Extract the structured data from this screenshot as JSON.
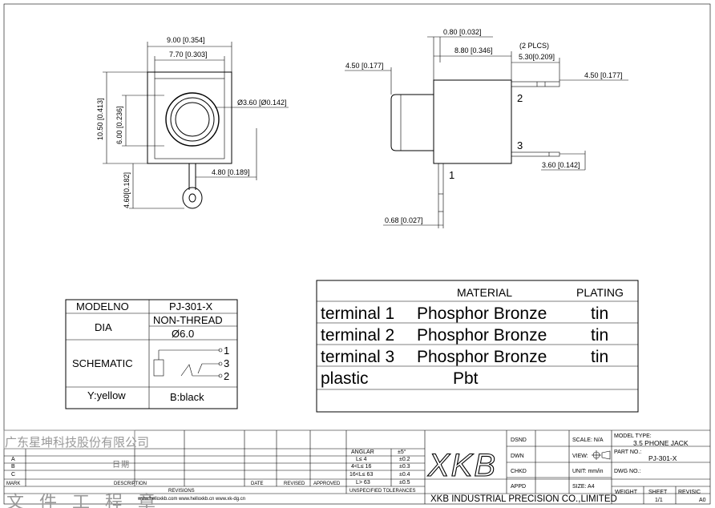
{
  "front_view": {
    "dim_width_outer": "9.00 [0.354]",
    "dim_width_inner": "7.70 [0.303]",
    "dim_height_outer": "10.50 [0.413]",
    "dim_height_inner": "6.00 [0.236]",
    "dim_diameter": "Ø3.60 [Ø0.142]",
    "dim_tab_offset": "4.80 [0.189]",
    "dim_tab_length": "4.60[0.182]"
  },
  "side_view": {
    "dim_pin_gap": "0.80 [0.032]",
    "dim_body_length": "8.80 [0.346]",
    "dim_plcs": "(2 PLCS)",
    "dim_pin_length": "5.30[0.209]",
    "dim_nose": "4.50 [0.177]",
    "dim_pin_height": "4.50 [0.177]",
    "dim_pin3": "3.60 [0.142]",
    "dim_pin1_width": "0.68 [0.027]",
    "pin_2": "2",
    "pin_3": "3",
    "pin_1": "1"
  },
  "material_table": {
    "header_material": "MATERIAL",
    "header_plating": "PLATING",
    "rows": [
      {
        "part": "terminal 1",
        "material": "Phosphor Bronze",
        "plating": "tin"
      },
      {
        "part": "terminal 2",
        "material": "Phosphor Bronze",
        "plating": "tin"
      },
      {
        "part": "terminal 3",
        "material": "Phosphor Bronze",
        "plating": "tin"
      },
      {
        "part": "plastic",
        "material": "Pbt",
        "plating": ""
      }
    ]
  },
  "model_table": {
    "modelno_label": "MODELNO",
    "modelno_value": "PJ-301-X",
    "dia_label": "DIA",
    "dia_thread": "NON-THREAD",
    "dia_value": "Ø6.0",
    "schematic_label": "SCHEMATIC",
    "schem_pin1": "1",
    "schem_pin3": "3",
    "schem_pin2": "2",
    "color_body": "Y:yellow",
    "color_nut": "B:black"
  },
  "title_block": {
    "company_cn": "广东星坤科技股份有限公司",
    "stamp_cn": "文 件 工 程 章",
    "mark_label": "MARK",
    "description_label": "DESCRIPTION",
    "date_label": "DATE",
    "revised_label": "REVISED",
    "approved_label": "APPROVED",
    "revisions_label": "REVISIONS",
    "rev_a": "A",
    "rev_b": "B",
    "rev_c": "C",
    "date_cn": "日 期",
    "websites": "www.helloxkb.com   www.helloxkb.cn  www.xk-dg.cn",
    "tol_angle": "ANGLAR",
    "tol_angle_val": "±5°",
    "tol_rows": [
      {
        "range": "L≤ 4",
        "val": "±0.2"
      },
      {
        "range": "4<L≤ 16",
        "val": "±0.3"
      },
      {
        "range": "16<L≤ 63",
        "val": "±0.4"
      },
      {
        "range": "L> 63",
        "val": "±0.5"
      }
    ],
    "tol_label": "UNSPECIFIED TOLERANCES",
    "logo_text": "XKB",
    "company_en": "XKB INDUSTRIAL PRECISION CO.,LIMITED",
    "dsnd": "DSND",
    "dwn": "DWN",
    "chkd": "CHKD",
    "appd": "APPD",
    "scale": "SCALE: N/A",
    "view": "VIEW:",
    "unit": "UNIT: mm/in",
    "size": "SIZE: A4",
    "model_type_label": "MODEL TYPE:",
    "model_type_value": "3.5 PHONE JACK",
    "part_no_label": "PART NO.:",
    "part_no_value": "PJ-301-X",
    "dwg_no_label": "DWG NO.:",
    "weight_label": "WEIGHT",
    "sheet_label": "SHEET",
    "sheet_value": "1/1",
    "revision_label": "REVISIC",
    "revision_value": "A0"
  }
}
